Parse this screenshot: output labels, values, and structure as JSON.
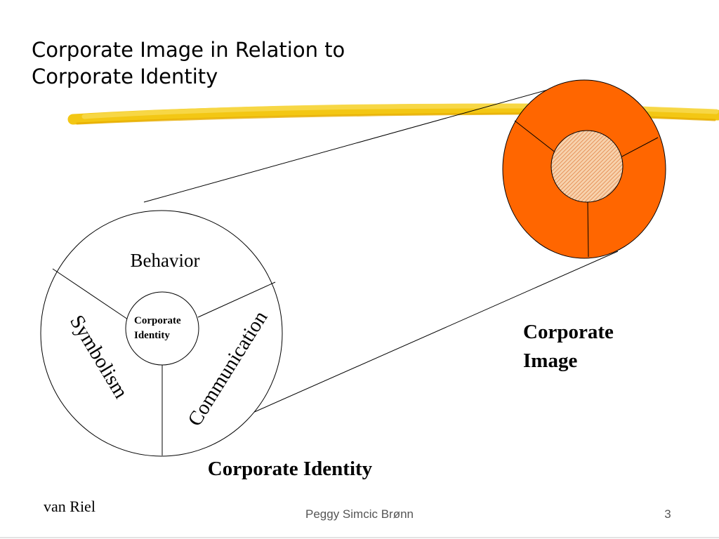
{
  "slide": {
    "title_lines": [
      "Corporate Image in Relation to",
      "Corporate Identity"
    ],
    "footer_left": "van Riel",
    "footer_center": "Peggy Simcic Brønn",
    "page_number": "3"
  },
  "diagram": {
    "identity_circle": {
      "segments": [
        "Behavior",
        "Symbolism",
        "Communication"
      ],
      "center_label_lines": [
        "Corporate",
        "Identity"
      ],
      "caption": "Corporate Identity"
    },
    "image_circle": {
      "caption_lines": [
        "Corporate",
        "Image"
      ]
    }
  },
  "colors": {
    "image_fill": "#ff6600",
    "core_fill": "#f6c9a0",
    "highlight_stroke": "#f2c200",
    "line": "#000000"
  }
}
